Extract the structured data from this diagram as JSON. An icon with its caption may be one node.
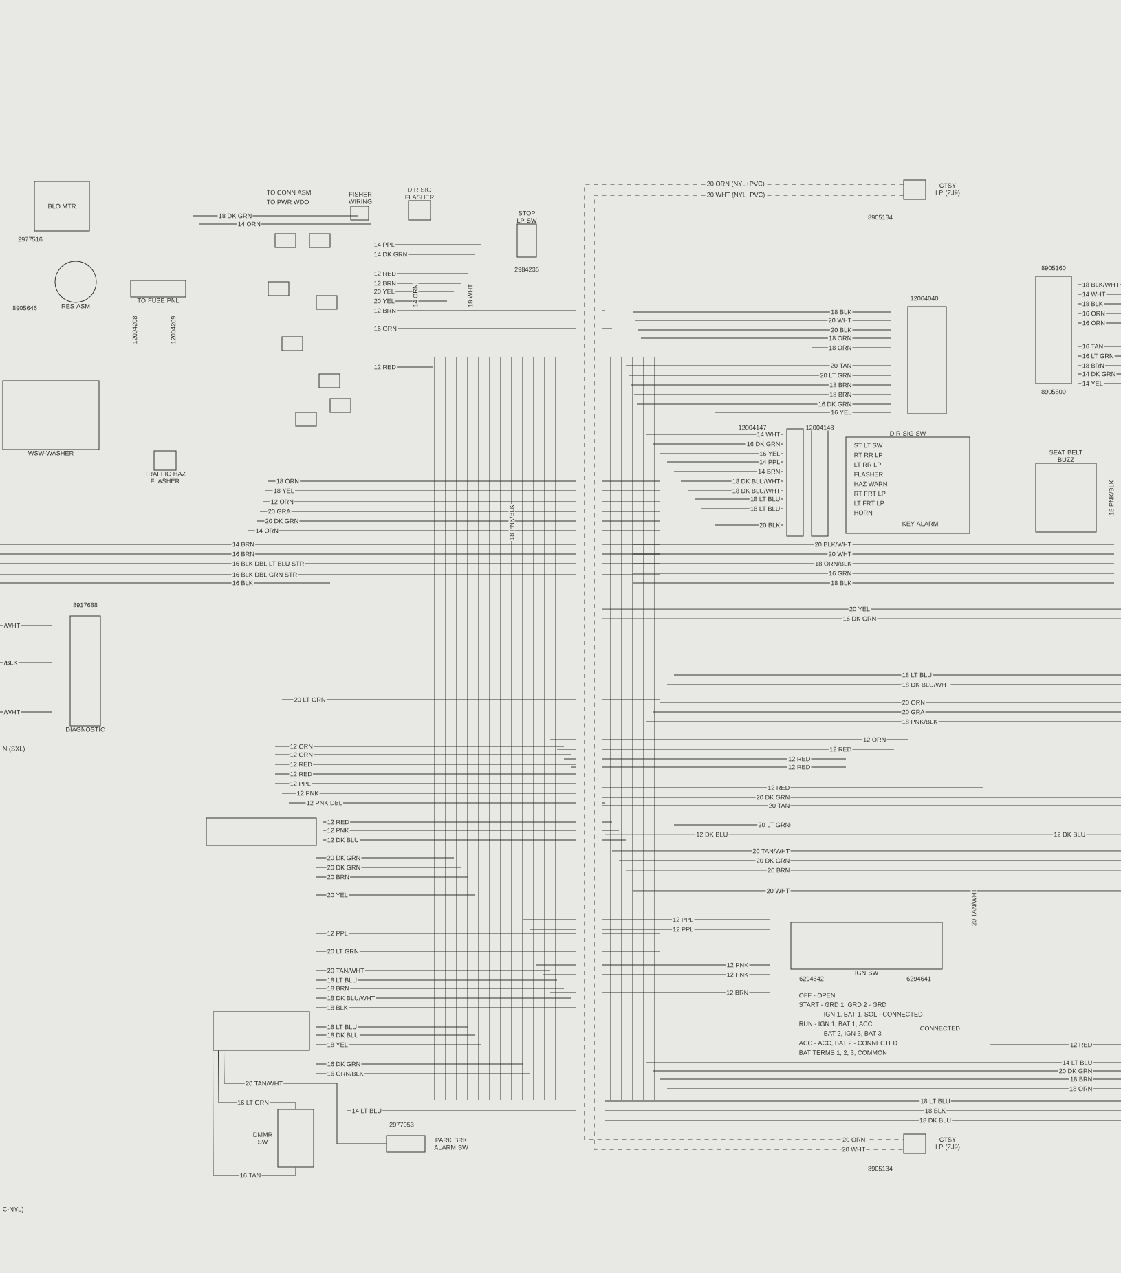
{
  "diagram": {
    "nodes": [
      {
        "text": [
          "BLO MTR"
        ],
        "beside": [
          "2977516"
        ]
      },
      {
        "text": [
          "RES ASM"
        ],
        "beside": [
          "8905646"
        ]
      },
      {
        "text": [
          "WSW-WASHER"
        ]
      },
      {
        "text": [
          "TRAFFIC HAZ FLASHER"
        ]
      },
      {
        "text": [
          "DIR SIG FLASHER"
        ]
      },
      {
        "text": [
          "STOP LP SW"
        ],
        "beside": [
          "2984235"
        ]
      },
      {
        "text": [
          "CTSY LP (ZJ9)"
        ],
        "beside": [
          "8905134"
        ]
      },
      {
        "text": [
          "DIR SIG SW"
        ]
      },
      {
        "text": [
          "SEAT BELT BUZZ"
        ]
      },
      {
        "text": [
          "DIAGNOSTIC"
        ],
        "beside": [
          "8917688"
        ]
      },
      {
        "text": [
          "IGN SW"
        ],
        "beside": [
          "6294642",
          "6294641"
        ]
      },
      {
        "text": [
          "DMMR SW"
        ]
      },
      {
        "text": [
          "PARK BRK ALARM SW"
        ],
        "beside": [
          "2977053"
        ]
      },
      {
        "text": [
          "CTSY LP (ZJ9)"
        ],
        "beside": [
          "8905134"
        ]
      },
      {
        "text": [
          "TO FUSE PNL"
        ]
      },
      {
        "text": [],
        "shape": "box",
        "beside": [
          "12004040"
        ]
      },
      {
        "text": [],
        "shape": "box",
        "beside": [
          "8905160",
          "8905800",
          "18 BLK/WHT",
          "14 WHT",
          "18 BLK",
          "16 ORN",
          "16 ORN",
          "16 TAN",
          "16 LT GRN",
          "18 BRN",
          "14 DK GRN",
          "14 YEL"
        ]
      },
      {
        "text": [],
        "shape": "box"
      },
      {
        "text": [],
        "shape": "box"
      }
    ],
    "edges": [
      {
        "from": 6,
        "to": 13,
        "arrow": "none",
        "style": "dashed"
      },
      {
        "from": 6,
        "to": 13,
        "arrow": "none",
        "style": "dashed"
      },
      {
        "from": 18,
        "to": 12,
        "arrow": "none",
        "label": "20 TAN/WHT"
      },
      {
        "from": 18,
        "to": 11,
        "arrow": "none",
        "label": "16 LT GRN"
      },
      {
        "from": 18,
        "to": 11,
        "arrow": "none",
        "label": "16 TAN"
      }
    ],
    "labels": [
      "TO CONN ASM",
      "TO PWR WDO",
      "FISHER WIRING",
      "18 DK GRN",
      "14 ORN",
      "12004208",
      "12004209",
      "14 PPL",
      "14 DK GRN",
      "12 RED",
      "12 BRN",
      "20 YEL",
      "20 YEL",
      "12 BRN",
      "16 ORN",
      "12 RED",
      "14 ORN",
      "18 WHT",
      "20 ORN (NYL+PVC)",
      "20 WHT (NYL+PVC)",
      "18 BLK",
      "20 WHT",
      "20 BLK",
      "18 ORN",
      "18 ORN",
      "20 TAN",
      "20 LT GRN",
      "18 BRN",
      "18 BRN",
      "16 DK GRN",
      "16 YEL",
      "12004147",
      "12004148",
      "14 WHT",
      "16 DK GRN",
      "16 YEL",
      "14 PPL",
      "14 BRN",
      "18 DK BLU/WHT",
      "18 DK BLU/WHT",
      "18 LT BLU",
      "18 LT BLU",
      "20 BLK",
      "ST LT SW",
      "RT RR LP",
      "LT RR LP",
      "FLASHER",
      "HAZ WARN",
      "RT FRT LP",
      "LT FRT LP",
      "HORN",
      "KEY ALARM",
      "20 BLK/WHT",
      "20 WHT",
      "18 ORN/BLK",
      "16 GRN",
      "18 BLK",
      "20 YEL",
      "16 DK GRN",
      "18 LT BLU",
      "18 DK BLU/WHT",
      "20 ORN",
      "20 GRA",
      "18 PNK/BLK",
      "18 PNK/BLK",
      "12 ORN",
      "12 RED",
      "12 RED",
      "12 RED",
      "12 RED",
      "20 DK GRN",
      "20 TAN",
      "20 LT GRN",
      "12 DK BLU",
      "12 DK BLU",
      "20 TAN/WHT",
      "20 DK GRN",
      "20 BRN",
      "20 WHT",
      "12 PPL",
      "12 PPL",
      "12 PNK",
      "12 PNK",
      "12 BRN",
      "20 TAN/WHT",
      "OFF - OPEN",
      "START - GRD 1, GRD 2 - GRD",
      "IGN 1, BAT 1, SOL - CONNECTED",
      "RUN - IGN 1, BAT 1, ACC,",
      "BAT 2, IGN 3, BAT 3",
      "CONNECTED",
      "ACC - ACC, BAT 2 - CONNECTED",
      "BAT TERMS 1, 2, 3, COMMON",
      "12 RED",
      "14 LT BLU",
      "20 DK GRN",
      "18 BRN",
      "18 ORN",
      "18 LT BLU",
      "18 BLK",
      "18 DK BLU",
      "20 ORN",
      "20 WHT",
      "20 LT GRN",
      "12 ORN",
      "12 ORN",
      "12 RED",
      "12 RED",
      "12 PPL",
      "12 PNK",
      "12 PNK DBL",
      "12 RED",
      "12 PNK",
      "12 DK BLU",
      "20 DK GRN",
      "20 DK GRN",
      "20 BRN",
      "20 YEL",
      "12 PPL",
      "20 LT GRN",
      "20 TAN/WHT",
      "18 LT BLU",
      "18 BRN",
      "18 DK BLU/WHT",
      "18 BLK",
      "18 LT BLU",
      "18 DK BLU",
      "18 YEL",
      "16 DK GRN",
      "16 ORN/BLK",
      "14 LT BLU",
      "18 ORN",
      "18 YEL",
      "12 ORN",
      "20 GRA",
      "20 DK GRN",
      "14 ORN",
      "14 BRN",
      "16 BRN",
      "16 BLK DBL LT BLU STR",
      "16 BLK DBL GRN STR",
      "16 BLK",
      "/WHT",
      "/BLK",
      "/WHT",
      "N (SXL)",
      "C-NYL)",
      "18 PNK/BLK"
    ]
  }
}
